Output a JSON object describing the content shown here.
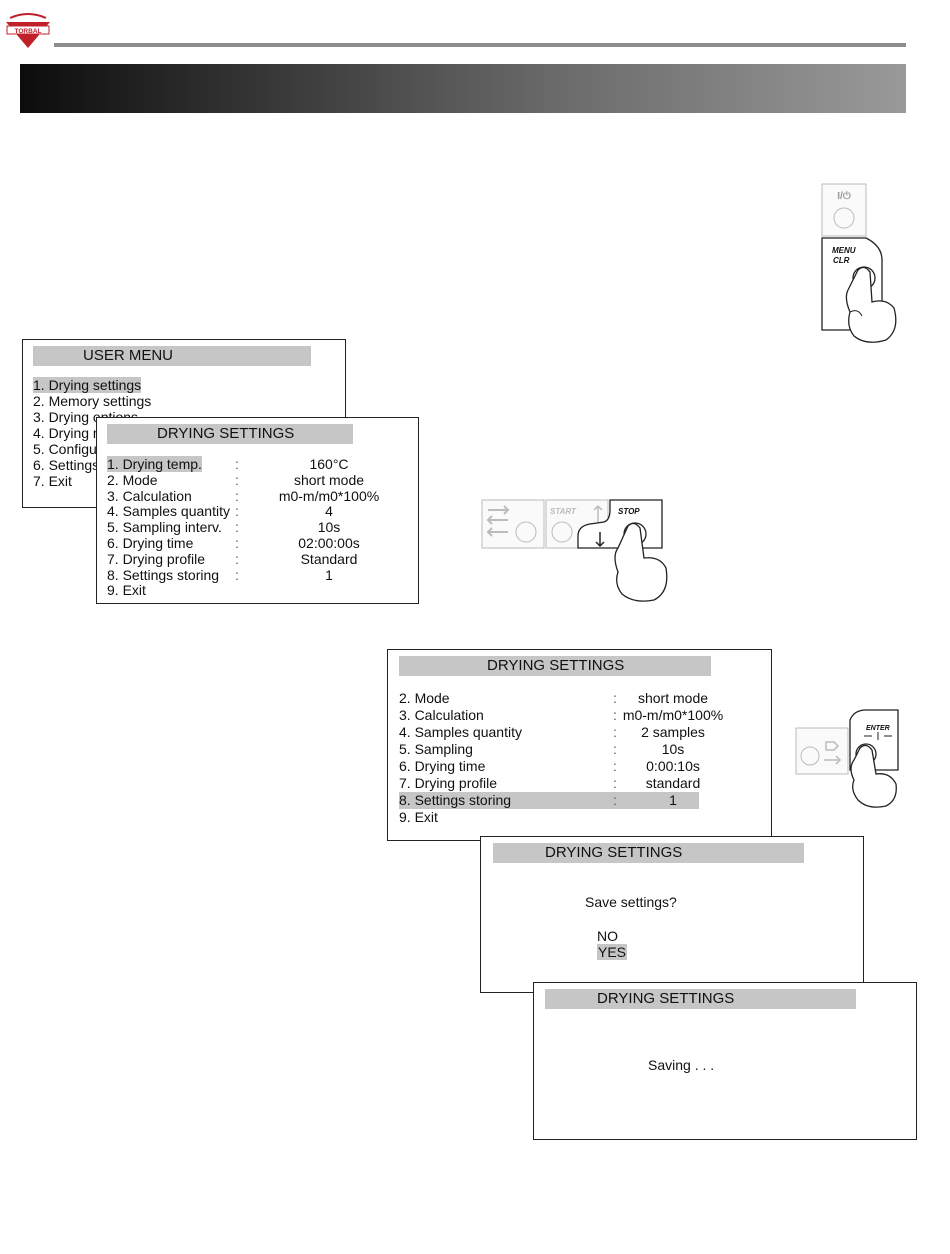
{
  "brand": {
    "logo_text": "TORBAL",
    "logo_color": "#c0202a"
  },
  "keys": {
    "power": "I/⏻",
    "menu_clr": [
      "MENU",
      "CLR"
    ],
    "start": "START",
    "stop": "STOP",
    "enter": "ENTER"
  },
  "user_menu": {
    "title": "USER MENU",
    "items": [
      "1. Drying settings",
      "2. Memory settings",
      "3. Drying options",
      "4. Drying modes",
      "5. Configuration",
      "6. Settings",
      "7. Exit"
    ],
    "selected_index": 0
  },
  "drying_settings_1": {
    "title": "DRYING SETTINGS",
    "rows": [
      {
        "label": "1. Drying temp.",
        "value": "160°C"
      },
      {
        "label": "2. Mode",
        "value": "short mode"
      },
      {
        "label": "3. Calculation",
        "value": "m0-m/m0*100%"
      },
      {
        "label": "4. Samples quantity",
        "value": "4"
      },
      {
        "label": "5. Sampling interv.",
        "value": "10s"
      },
      {
        "label": "6. Drying time",
        "value": "02:00:00s"
      },
      {
        "label": "7. Drying profile",
        "value": "Standard"
      },
      {
        "label": "8. Settings storing",
        "value": "1"
      },
      {
        "label": "9. Exit",
        "value": ""
      }
    ],
    "separator": ":",
    "selected_index": 0
  },
  "drying_settings_2": {
    "title": "DRYING SETTINGS",
    "rows": [
      {
        "label": "2. Mode",
        "value": "short mode"
      },
      {
        "label": "3. Calculation",
        "value": "m0-m/m0*100%"
      },
      {
        "label": "4. Samples quantity",
        "value": "2 samples"
      },
      {
        "label": "5. Sampling",
        "value": "10s"
      },
      {
        "label": "6. Drying time",
        "value": "0:00:10s"
      },
      {
        "label": "7. Drying profile",
        "value": "standard"
      },
      {
        "label": "8. Settings storing",
        "value": "1"
      },
      {
        "label": "9. Exit",
        "value": ""
      }
    ],
    "separator": ":",
    "selected_index": 6
  },
  "save_dialog": {
    "title": "DRYING SETTINGS",
    "question": "Save settings?",
    "options": [
      "NO",
      "YES"
    ],
    "selected_option": "YES"
  },
  "saving_dialog": {
    "title": "DRYING SETTINGS",
    "message": "Saving . . ."
  }
}
